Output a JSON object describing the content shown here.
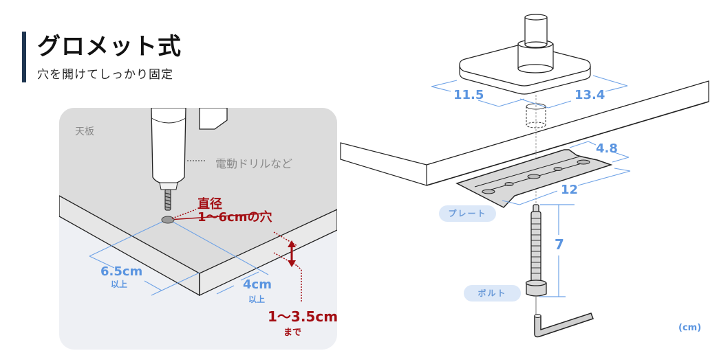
{
  "header": {
    "title": "グロメット式",
    "subtitle": "穴を開けてしっかり固定"
  },
  "left_panel": {
    "surface_label": "天板",
    "tool_label": "電動ドリルなど",
    "hole": {
      "line1": "直径",
      "line2": "1〜6cmの穴"
    },
    "clearance_front": {
      "value": "6.5cm",
      "note": "以上"
    },
    "clearance_side": {
      "value": "4cm",
      "note": "以上"
    },
    "thickness": {
      "value": "1〜3.5cm",
      "note": "まで"
    }
  },
  "right_panel": {
    "base_dims": {
      "depth": "11.5",
      "width": "13.4"
    },
    "plate": {
      "label": "プレート",
      "width": "4.8",
      "length": "12"
    },
    "bolt": {
      "label": "ボルト",
      "length": "7"
    },
    "unit": "(cm)"
  },
  "colors": {
    "accent_blue": "#5b95e0",
    "accent_red": "#a30d12",
    "title_bar": "#1e3550",
    "panel_bg": "#eef0f4",
    "pill_bg": "#dce8f8"
  }
}
